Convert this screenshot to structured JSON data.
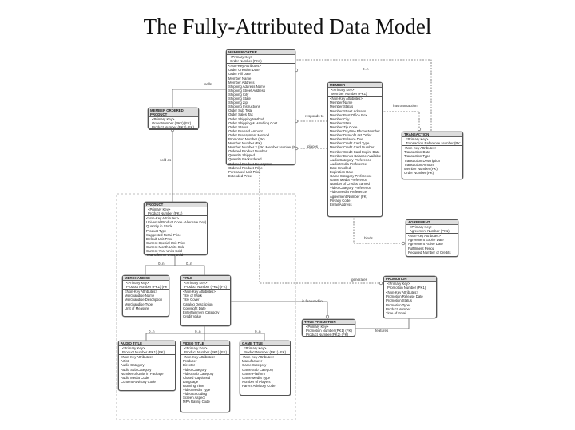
{
  "title": "The Fully-Attributed Data Model",
  "entities": [
    {
      "id": "member-order",
      "name": "MEMBER ORDER",
      "pk": [
        "Order Number  (PK1)"
      ],
      "attrs": [
        "Order Creation Date",
        "Order Fill Date",
        "Member Name",
        "Member Address",
        "Shipping Address Name",
        "Shipping Street Address",
        "Shipping City",
        "Shipping State",
        "Shipping Zip",
        "Shipping Instructions",
        "Order Sub Total",
        "Order Sales Tax",
        "Order Shipping Method",
        "Order Shipping & Handling Cost",
        "Order Status",
        "Order Prepaid Amount",
        "Order Prepayment Method",
        "Promotion Number  (FK)",
        "Member Number  (FK)",
        "Member Number 2 (FK)   Member Number (FK)",
        "Ordered Product Number",
        "Quantity Shipped",
        "Quantity Backordered",
        "Ordered Product Description",
        "Ordered Product Price",
        "Purchased Unit Price",
        "Extended Price"
      ]
    },
    {
      "id": "member-ordered-product",
      "name": "MEMBER ORDERED PRODUCT",
      "pk": [
        "Order Number  (PK1) (FK)",
        "Product Number  (PK2) (FK)"
      ],
      "attrs": []
    },
    {
      "id": "member",
      "name": "MEMBER",
      "pk": [
        "Member Number  (PK1)"
      ],
      "attrs": [
        "Member Name",
        "Member Status",
        "Member Street Address",
        "Member Post Office Box",
        "Member City",
        "Member State",
        "Member Zip Code",
        "Member Daytime Phone Number",
        "Member Date of Last Order",
        "Member Balance Due",
        "Member Credit Card Type",
        "Member Credit Card Number",
        "Member Credit Card Expire Date",
        "Member Bonus Balance Available",
        "Audio Category Preference",
        "Audio Media Preference",
        "Date Enrolled",
        "Expiration Date",
        "Game Category Preference",
        "Game Media Preference",
        "Number of Credits Earned",
        "Video Category Preference",
        "Video Media Preference",
        "Agreement Number  (FK)",
        "Privacy Code",
        "Email Address"
      ]
    },
    {
      "id": "transaction",
      "name": "TRANSACTION",
      "pk": [
        "Transaction Reference Number  (PK1)"
      ],
      "attrs": [
        "Transaction Date",
        "Transaction Type",
        "Transaction Description",
        "Transaction Amount",
        "Member Number  (FK)",
        "Order Number  (FK)"
      ]
    },
    {
      "id": "agreement",
      "name": "AGREEMENT",
      "pk": [
        "Agreement Number  (PK1)"
      ],
      "attrs": [
        "Agreement Expire Date",
        "Agreement Active Date",
        "Fulfillment Period",
        "Required Number of Credits"
      ]
    },
    {
      "id": "promotion",
      "name": "PROMOTION",
      "pk": [
        "Promotion Number  (PK1)"
      ],
      "attrs": [
        "Promotion Release Date",
        "Promotion Status",
        "Promotion Type",
        "Product Number",
        "Time of Email"
      ]
    },
    {
      "id": "product",
      "name": "PRODUCT",
      "pk": [
        "Product Number  (PK1)"
      ],
      "attrs": [
        "Universal Product Code (Alternate Key)",
        "Quantity in Stock",
        "Product Type",
        "Suggested Retail Price",
        "Default Unit Price",
        "Current Special Unit Price",
        "Current Month Units Sold",
        "Current Year Units Sold",
        "Total Lifetime Units Sold"
      ]
    },
    {
      "id": "merchandise",
      "name": "MERCHANDISE",
      "pk": [
        "Product Number  (PK1) (FK)"
      ],
      "attrs": [
        "Merchandise Name",
        "Merchandise Description",
        "Merchandise Type",
        "Unit of Measure"
      ]
    },
    {
      "id": "title",
      "name": "TITLE",
      "pk": [
        "Product Number  (PK1) (FK)"
      ],
      "attrs": [
        "Title of Work",
        "Title Cover",
        "Catalog Description",
        "Copyright Date",
        "Entertainment Category",
        "Credit Value"
      ]
    },
    {
      "id": "audio-title",
      "name": "AUDIO TITLE",
      "pk": [
        "Product Number  (PK1) (FK)"
      ],
      "attrs": [
        "Artist",
        "Audio Category",
        "Audio Sub Category",
        "Number of Units in Package",
        "Audio Media Code",
        "Content Advisory Code"
      ]
    },
    {
      "id": "video-title",
      "name": "VIDEO TITLE",
      "pk": [
        "Product Number  (PK1) (FK)"
      ],
      "attrs": [
        "Producer",
        "Director",
        "Video Category",
        "Video Sub Category",
        "Closed Captioned",
        "Language",
        "Running Time",
        "Video Media Type",
        "Video Encoding",
        "Screen Aspect",
        "MPA Rating Code"
      ]
    },
    {
      "id": "game-title",
      "name": "GAME TITLE",
      "pk": [
        "Product Number  (PK1) (FK)"
      ],
      "attrs": [
        "Manufacturer",
        "Game Category",
        "Game Sub Category",
        "Game Platform",
        "Game Media Type",
        "Number of Players",
        "Parent Advisory Code"
      ]
    },
    {
      "id": "title-promotion",
      "name": "TITLE PROMOTION",
      "pk": [
        "Promotion Number  (PK1) (FK)",
        "Product Number  (PK2) (FK)"
      ],
      "attrs": []
    }
  ],
  "relationships": {
    "sells": "sells",
    "sold_as": "sold as",
    "responds_to": "responds to",
    "places": "places",
    "has_transaction": "has transaction",
    "binds": "binds",
    "generates": "generates",
    "is_featured_in": "is featured in",
    "features": "features",
    "total_exclusive_1": "0..n",
    "total_exclusive_2": "0..n",
    "total_exclusive_3": "0..n",
    "total_exclusive_4": "0..n",
    "total_exclusive_5": "0..n",
    "total_exclusive_6": "0..n"
  },
  "common": {
    "primary_key": "<Primary Key>",
    "non_key": "<Non-Key Attributes>"
  }
}
